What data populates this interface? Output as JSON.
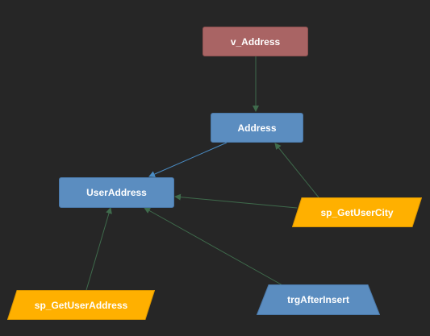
{
  "diagram": {
    "nodes": [
      {
        "id": "v_address",
        "label": "v_Address",
        "kind": "view"
      },
      {
        "id": "address",
        "label": "Address",
        "kind": "table"
      },
      {
        "id": "useraddress",
        "label": "UserAddress",
        "kind": "table"
      },
      {
        "id": "sp_getusercity",
        "label": "sp_GetUserCity",
        "kind": "procedure"
      },
      {
        "id": "sp_getuseraddress",
        "label": "sp_GetUserAddress",
        "kind": "procedure"
      },
      {
        "id": "trgafterinsert",
        "label": "trgAfterInsert",
        "kind": "trigger"
      }
    ],
    "edges": [
      {
        "from": "v_address",
        "to": "address"
      },
      {
        "from": "address",
        "to": "useraddress"
      },
      {
        "from": "sp_getusercity",
        "to": "address"
      },
      {
        "from": "sp_getusercity",
        "to": "useraddress"
      },
      {
        "from": "sp_getuseraddress",
        "to": "useraddress"
      },
      {
        "from": "trgafterinsert",
        "to": "useraddress"
      }
    ]
  },
  "colors": {
    "background": "#262626",
    "view": "#a96464",
    "table": "#5b8dc0",
    "procedure": "#ffb000",
    "trigger": "#5b8dc0",
    "edge_green": "#3f6b4c",
    "edge_blue": "#4a8cc4"
  }
}
